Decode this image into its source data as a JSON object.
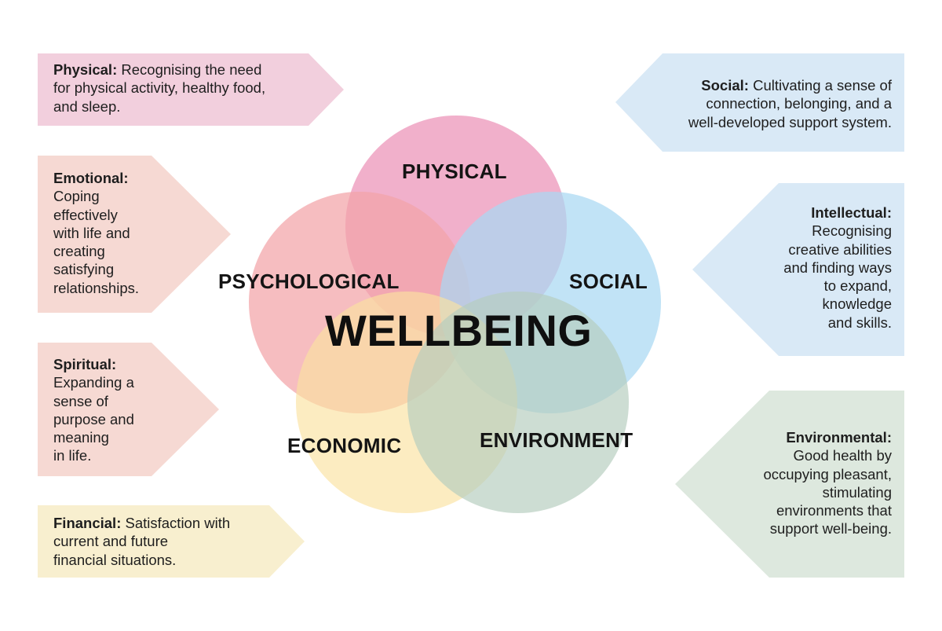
{
  "colors": {
    "physical": "#ee9fc0",
    "psychological": "#f3a3a8",
    "social": "#a9d8f3",
    "economic": "#fbe2a0",
    "environment": "#b5cdbe",
    "card_physical": "#f2cfdd",
    "card_emotional": "#f6d9d3",
    "card_spiritual": "#f6d9d3",
    "card_financial": "#f8efcf",
    "card_social": "#d9e9f6",
    "card_intellectual": "#d9e9f6",
    "card_environmental": "#dde8de"
  },
  "center": {
    "title": "WELLBEING"
  },
  "circles": {
    "physical": "PHYSICAL",
    "psychological": "PSYCHOLOGICAL",
    "social": "SOCIAL",
    "economic": "ECONOMIC",
    "environment": "ENVIRONMENT"
  },
  "cards": {
    "physical": {
      "heading": "Physical:",
      "lines": [
        " Recognising the need",
        "for physical activity, healthy food,",
        "and sleep."
      ]
    },
    "emotional": {
      "heading": "Emotional:",
      "lines": [
        "",
        "Coping",
        "effectively",
        "with life and",
        "creating",
        "satisfying",
        "relationships."
      ]
    },
    "spiritual": {
      "heading": "Spiritual:",
      "lines": [
        "",
        "Expanding a",
        "sense of",
        "purpose and",
        "meaning",
        "in life."
      ]
    },
    "financial": {
      "heading": "Financial:",
      "lines": [
        " Satisfaction with",
        "current and future",
        "financial situations."
      ]
    },
    "social": {
      "heading": "Social:",
      "lines": [
        " Cultivating a sense of",
        "connection, belonging, and a",
        "well-developed support system."
      ]
    },
    "intellectual": {
      "heading": "Intellectual:",
      "lines": [
        "",
        "Recognising",
        "creative abilities",
        "and finding ways",
        "to expand,",
        "knowledge",
        "and skills."
      ]
    },
    "environmental": {
      "heading": "Environmental:",
      "lines": [
        "",
        "Good health by",
        "occupying pleasant,",
        "stimulating",
        "environments that",
        "support well-being."
      ]
    }
  }
}
